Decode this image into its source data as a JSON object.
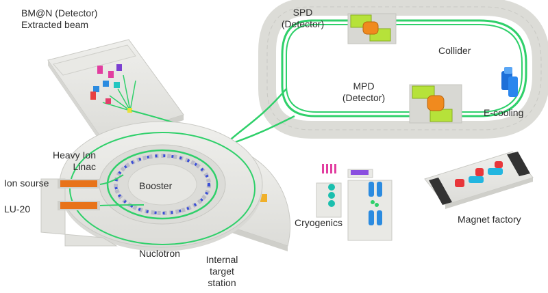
{
  "labels": {
    "bmn_line1": "BM@N (Detector)",
    "bmn_line2": "Extracted beam",
    "spd_line1": "SPD",
    "spd_line2": "(Detector)",
    "collider": "Collider",
    "mpd_line1": "MPD",
    "mpd_line2": "(Detector)",
    "ecooling": "E-cooling",
    "heavy_ion_line1": "Heavy Ion",
    "heavy_ion_line2": "Linac",
    "ion_source": "Ion sourse",
    "lu20": "LU-20",
    "booster": "Booster",
    "nuclotron": "Nuclotron",
    "internal_target_line1": "Internal",
    "internal_target_line2": "target",
    "internal_target_line3": "station",
    "cryogenics": "Cryogenics",
    "magnet_factory": "Magnet factory"
  },
  "colors": {
    "beam": "#2fd06a",
    "concrete": "#e6e6e2",
    "concrete_edge": "#c9c9c4",
    "detector_green": "#b6e23a",
    "detector_orange": "#f08a1e",
    "ecooling_blue": "#1d6fd8",
    "linac_orange": "#e8731a",
    "magnet_red": "#e8363a",
    "magnet_cyan": "#23b6e0"
  }
}
